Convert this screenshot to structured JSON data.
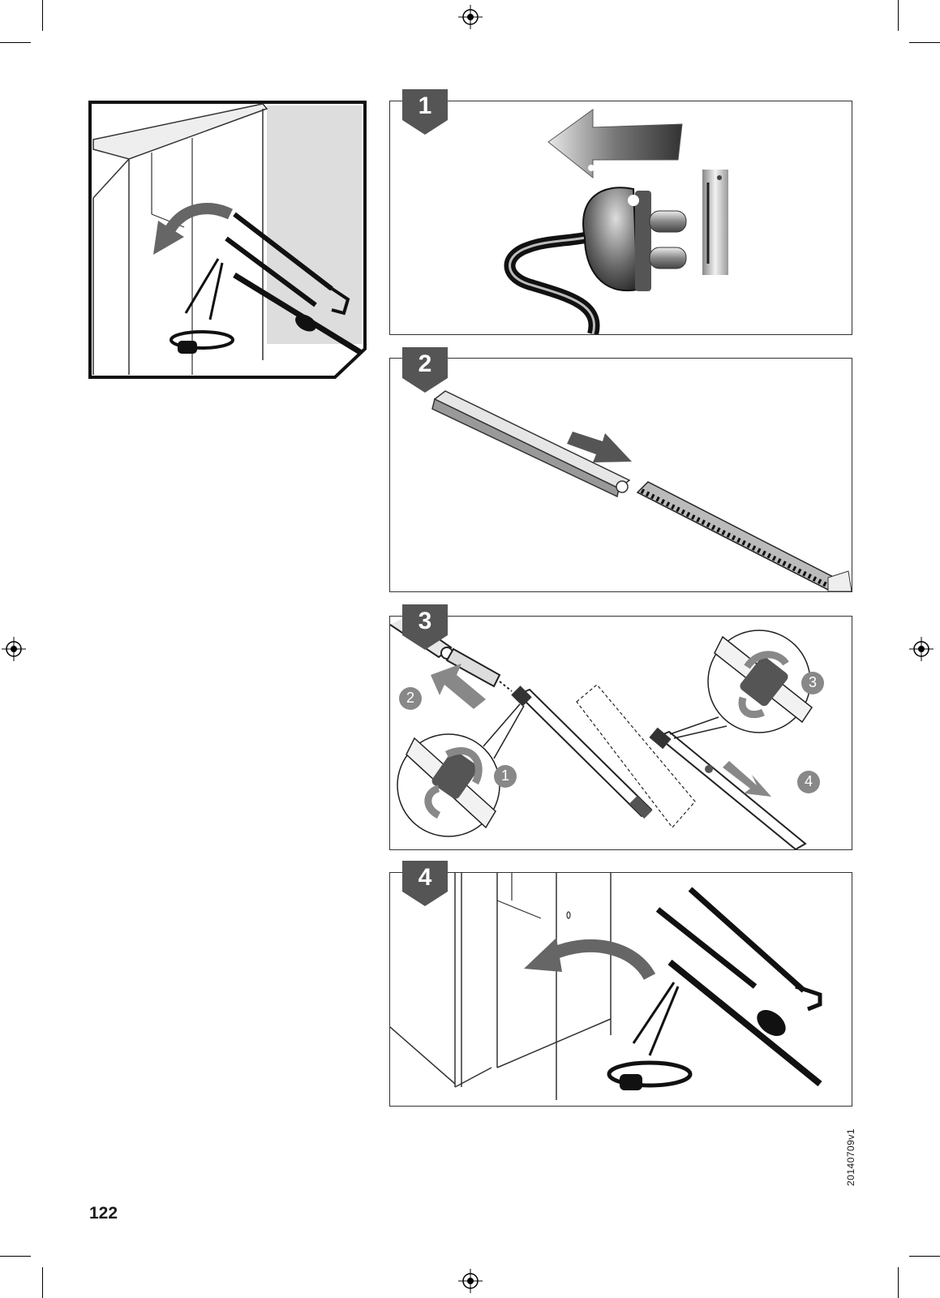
{
  "steps": [
    {
      "number": "1"
    },
    {
      "number": "2"
    },
    {
      "number": "3"
    },
    {
      "number": "4"
    }
  ],
  "step3_substeps": [
    "1",
    "2",
    "3",
    "4"
  ],
  "footer": {
    "page_number": "122",
    "doc_code": "20140709v1"
  },
  "colors": {
    "badge": "#555555",
    "frame": "#333333",
    "gray_wall": "#dddddd"
  },
  "icons": [
    "registration-mark-icon",
    "unplug-arrow-icon",
    "plug-icon",
    "socket-icon",
    "rotate-arrow-icon",
    "move-arrow-icon"
  ]
}
